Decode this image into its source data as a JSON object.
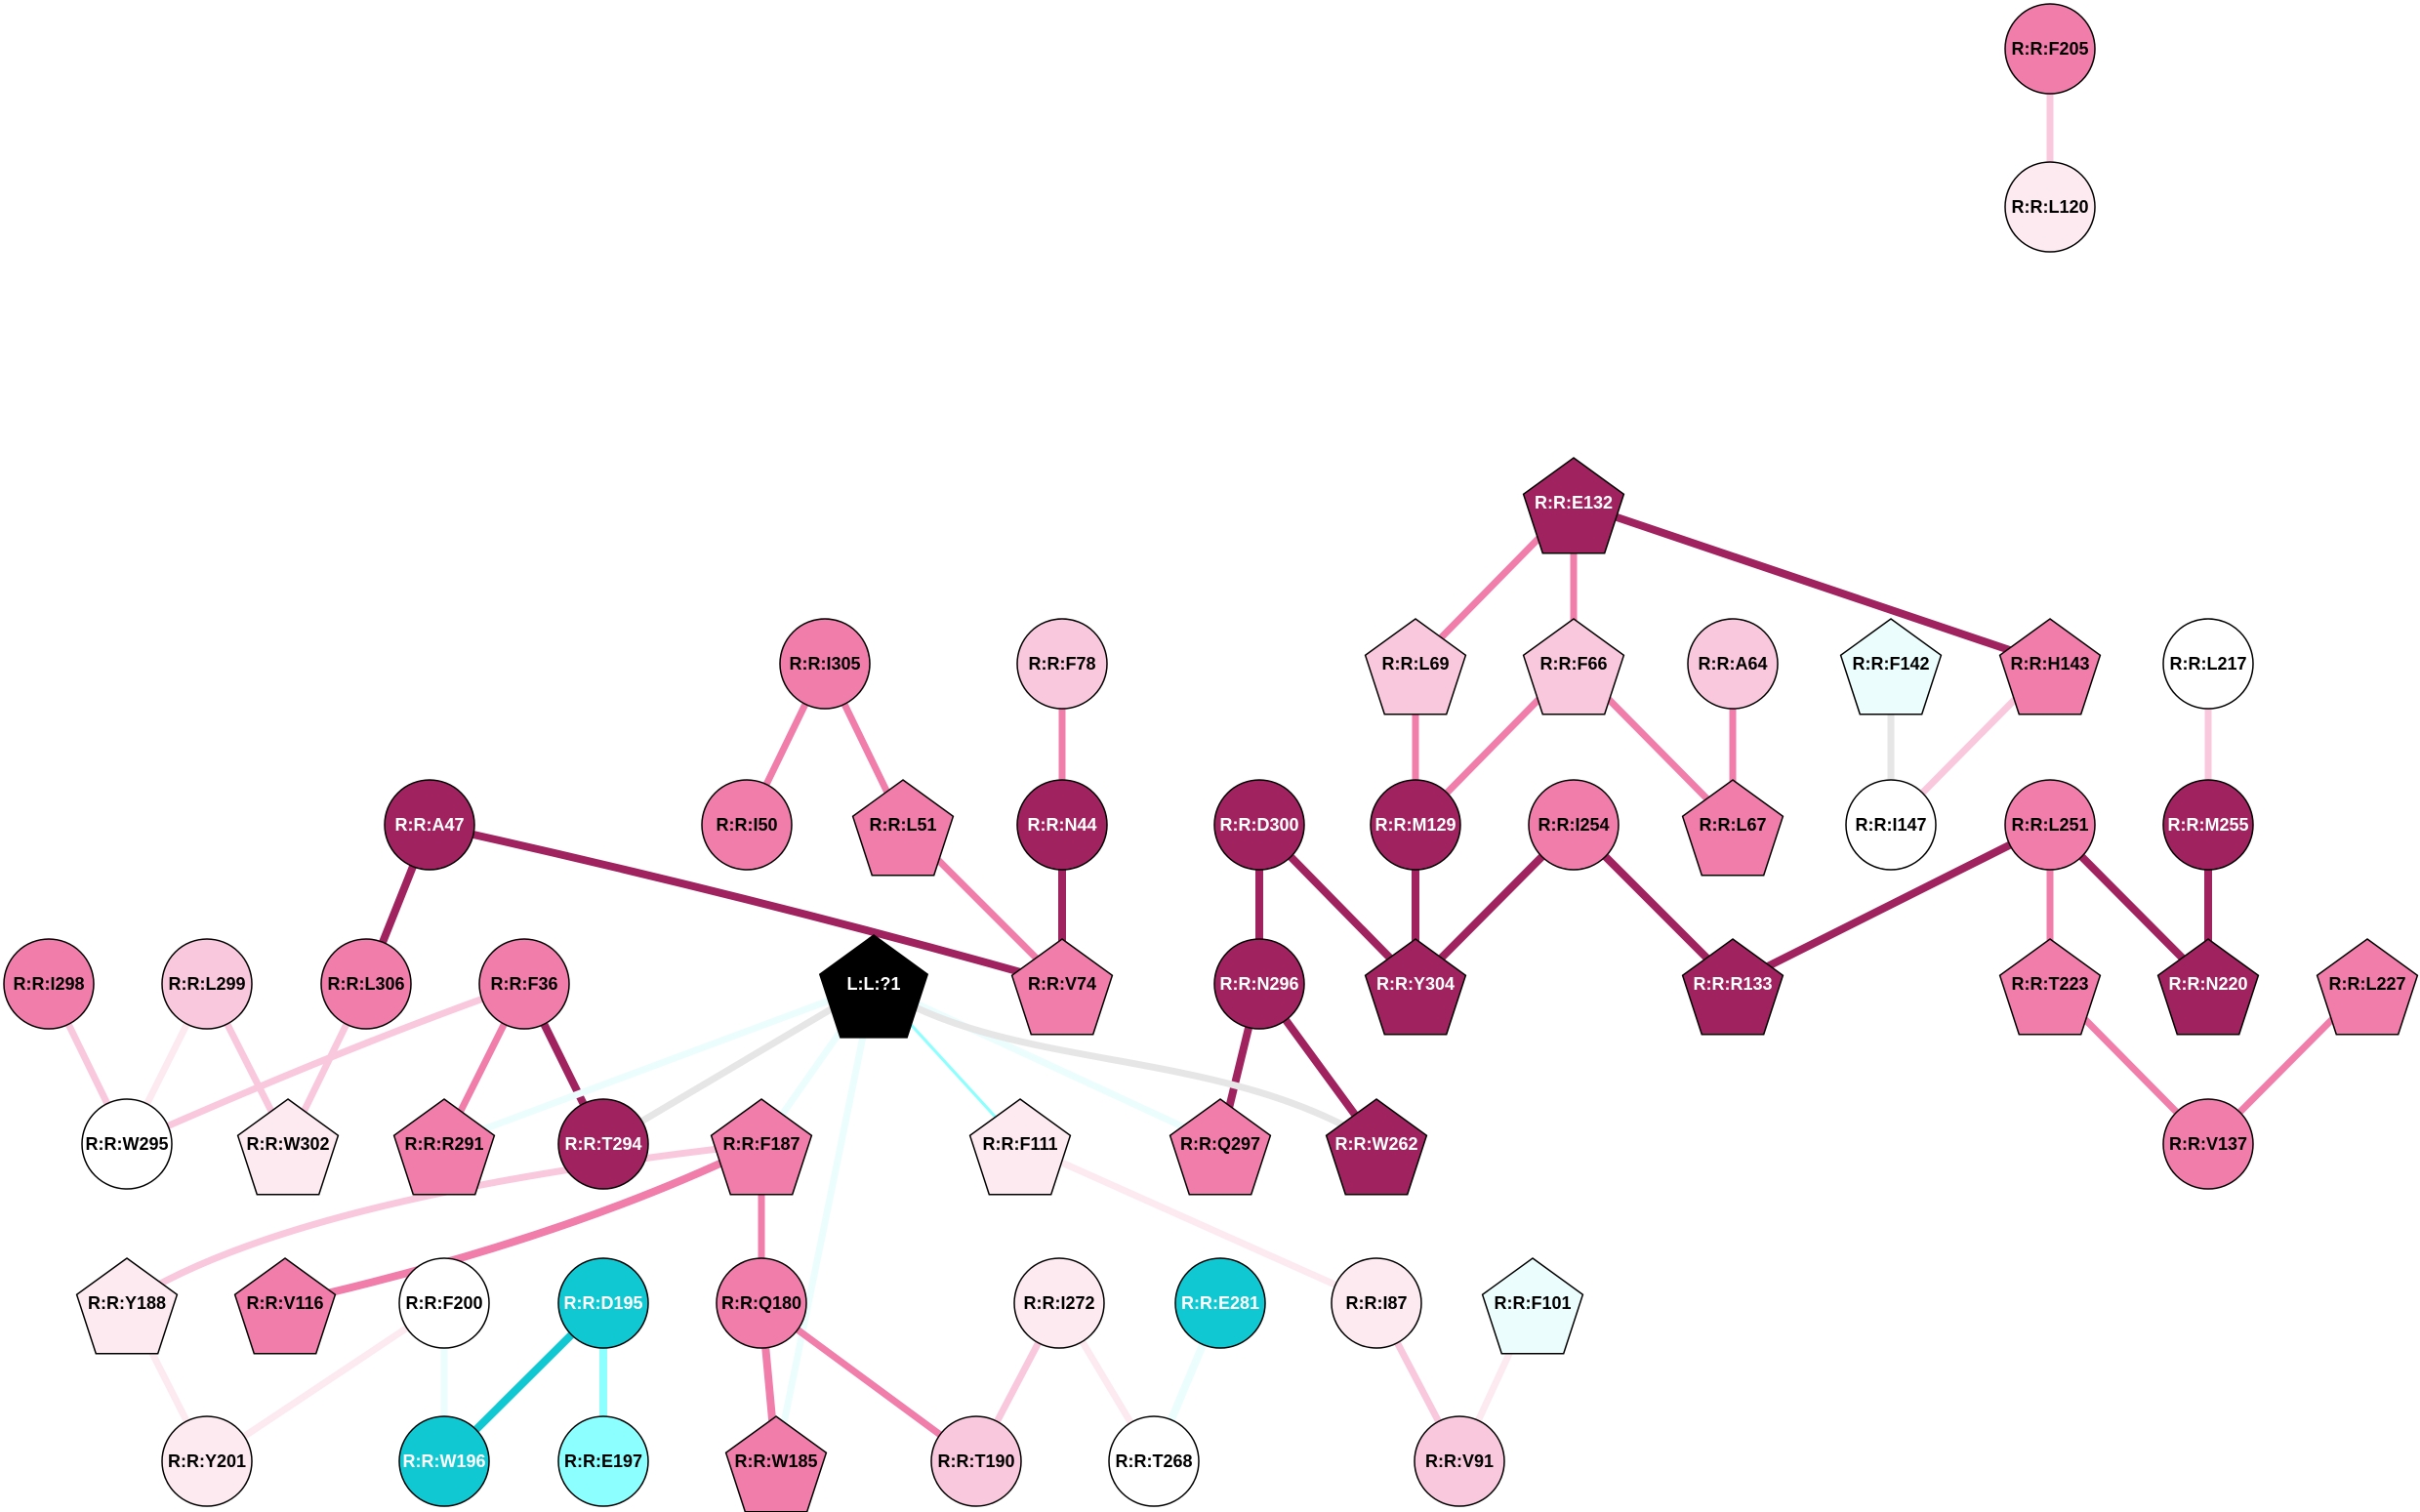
{
  "colors": {
    "magenta": "#a0235f",
    "pink": "#f07daa",
    "light_pink": "#fac8dc",
    "pale_pink": "#fdeaf1",
    "white": "#ffffff",
    "black": "#000000",
    "teal": "#0fc8d2",
    "aqua": "#8cffff",
    "ice": "#ebfdfd",
    "gray_edge": "#e6e6e6"
  },
  "nodes": [
    {
      "id": "F205",
      "label": "R:R:F205",
      "shape": "circle",
      "fill": "pink"
    },
    {
      "id": "L120",
      "label": "R:R:L120",
      "shape": "circle",
      "fill": "pale_pink"
    },
    {
      "id": "E132",
      "label": "R:R:E132",
      "shape": "pentagon",
      "fill": "magenta"
    },
    {
      "id": "L69",
      "label": "R:R:L69",
      "shape": "pentagon",
      "fill": "light_pink"
    },
    {
      "id": "F66",
      "label": "R:R:F66",
      "shape": "pentagon",
      "fill": "light_pink"
    },
    {
      "id": "A64",
      "label": "R:R:A64",
      "shape": "circle",
      "fill": "light_pink"
    },
    {
      "id": "F142",
      "label": "R:R:F142",
      "shape": "pentagon",
      "fill": "ice"
    },
    {
      "id": "H143",
      "label": "R:R:H143",
      "shape": "pentagon",
      "fill": "pink"
    },
    {
      "id": "L217",
      "label": "R:R:L217",
      "shape": "circle",
      "fill": "white"
    },
    {
      "id": "I305",
      "label": "R:R:I305",
      "shape": "circle",
      "fill": "pink"
    },
    {
      "id": "F78",
      "label": "R:R:F78",
      "shape": "circle",
      "fill": "light_pink"
    },
    {
      "id": "A47",
      "label": "R:R:A47",
      "shape": "circle",
      "fill": "magenta"
    },
    {
      "id": "I50",
      "label": "R:R:I50",
      "shape": "circle",
      "fill": "pink"
    },
    {
      "id": "L51",
      "label": "R:R:L51",
      "shape": "pentagon",
      "fill": "pink"
    },
    {
      "id": "N44",
      "label": "R:R:N44",
      "shape": "circle",
      "fill": "magenta"
    },
    {
      "id": "D300",
      "label": "R:R:D300",
      "shape": "circle",
      "fill": "magenta"
    },
    {
      "id": "M129",
      "label": "R:R:M129",
      "shape": "circle",
      "fill": "magenta"
    },
    {
      "id": "I254",
      "label": "R:R:I254",
      "shape": "circle",
      "fill": "pink"
    },
    {
      "id": "L67",
      "label": "R:R:L67",
      "shape": "pentagon",
      "fill": "pink"
    },
    {
      "id": "I147",
      "label": "R:R:I147",
      "shape": "circle",
      "fill": "white"
    },
    {
      "id": "L251",
      "label": "R:R:L251",
      "shape": "circle",
      "fill": "pink"
    },
    {
      "id": "M255",
      "label": "R:R:M255",
      "shape": "circle",
      "fill": "magenta"
    },
    {
      "id": "I298",
      "label": "R:R:I298",
      "shape": "circle",
      "fill": "pink"
    },
    {
      "id": "L299",
      "label": "R:R:L299",
      "shape": "circle",
      "fill": "light_pink"
    },
    {
      "id": "L306",
      "label": "R:R:L306",
      "shape": "circle",
      "fill": "pink"
    },
    {
      "id": "F36",
      "label": "R:R:F36",
      "shape": "circle",
      "fill": "pink"
    },
    {
      "id": "LIG",
      "label": "L:L:?1",
      "shape": "pentagon",
      "fill": "black"
    },
    {
      "id": "V74",
      "label": "R:R:V74",
      "shape": "pentagon",
      "fill": "pink"
    },
    {
      "id": "N296",
      "label": "R:R:N296",
      "shape": "circle",
      "fill": "magenta"
    },
    {
      "id": "Y304",
      "label": "R:R:Y304",
      "shape": "pentagon",
      "fill": "magenta"
    },
    {
      "id": "R133",
      "label": "R:R:R133",
      "shape": "pentagon",
      "fill": "magenta"
    },
    {
      "id": "T223",
      "label": "R:R:T223",
      "shape": "pentagon",
      "fill": "pink"
    },
    {
      "id": "N220",
      "label": "R:R:N220",
      "shape": "pentagon",
      "fill": "magenta"
    },
    {
      "id": "L227",
      "label": "R:R:L227",
      "shape": "pentagon",
      "fill": "pink"
    },
    {
      "id": "W295",
      "label": "R:R:W295",
      "shape": "circle",
      "fill": "white"
    },
    {
      "id": "W302",
      "label": "R:R:W302",
      "shape": "pentagon",
      "fill": "pale_pink"
    },
    {
      "id": "R291",
      "label": "R:R:R291",
      "shape": "pentagon",
      "fill": "pink"
    },
    {
      "id": "T294",
      "label": "R:R:T294",
      "shape": "circle",
      "fill": "magenta"
    },
    {
      "id": "F187",
      "label": "R:R:F187",
      "shape": "pentagon",
      "fill": "pink"
    },
    {
      "id": "F111",
      "label": "R:R:F111",
      "shape": "pentagon",
      "fill": "pale_pink"
    },
    {
      "id": "Q297",
      "label": "R:R:Q297",
      "shape": "pentagon",
      "fill": "pink"
    },
    {
      "id": "W262",
      "label": "R:R:W262",
      "shape": "pentagon",
      "fill": "magenta"
    },
    {
      "id": "V137",
      "label": "R:R:V137",
      "shape": "circle",
      "fill": "pink"
    },
    {
      "id": "Y188",
      "label": "R:R:Y188",
      "shape": "pentagon",
      "fill": "pale_pink"
    },
    {
      "id": "V116",
      "label": "R:R:V116",
      "shape": "pentagon",
      "fill": "pink"
    },
    {
      "id": "F200",
      "label": "R:R:F200",
      "shape": "circle",
      "fill": "white"
    },
    {
      "id": "D195",
      "label": "R:R:D195",
      "shape": "circle",
      "fill": "teal"
    },
    {
      "id": "Q180",
      "label": "R:R:Q180",
      "shape": "circle",
      "fill": "pink"
    },
    {
      "id": "I272",
      "label": "R:R:I272",
      "shape": "circle",
      "fill": "pale_pink"
    },
    {
      "id": "E281",
      "label": "R:R:E281",
      "shape": "circle",
      "fill": "teal"
    },
    {
      "id": "I87",
      "label": "R:R:I87",
      "shape": "circle",
      "fill": "pale_pink"
    },
    {
      "id": "F101",
      "label": "R:R:F101",
      "shape": "pentagon",
      "fill": "ice"
    },
    {
      "id": "Y201",
      "label": "R:R:Y201",
      "shape": "circle",
      "fill": "pale_pink"
    },
    {
      "id": "W196",
      "label": "R:R:W196",
      "shape": "circle",
      "fill": "teal"
    },
    {
      "id": "E197",
      "label": "R:R:E197",
      "shape": "circle",
      "fill": "aqua"
    },
    {
      "id": "W185",
      "label": "R:R:W185",
      "shape": "pentagon",
      "fill": "pink"
    },
    {
      "id": "T190",
      "label": "R:R:T190",
      "shape": "circle",
      "fill": "light_pink"
    },
    {
      "id": "T268",
      "label": "R:R:T268",
      "shape": "circle",
      "fill": "white"
    },
    {
      "id": "V91",
      "label": "R:R:V91",
      "shape": "circle",
      "fill": "light_pink"
    }
  ],
  "edges": [
    {
      "from": "F205",
      "to": "L120",
      "color": "light_pink",
      "weight": 2
    },
    {
      "from": "E132",
      "to": "L69",
      "color": "pink",
      "weight": 2
    },
    {
      "from": "E132",
      "to": "F66",
      "color": "pink",
      "weight": 2
    },
    {
      "from": "E132",
      "to": "H143",
      "color": "magenta",
      "weight": 3
    },
    {
      "from": "L69",
      "to": "M129",
      "color": "pink",
      "weight": 2
    },
    {
      "from": "F66",
      "to": "M129",
      "color": "pink",
      "weight": 2
    },
    {
      "from": "F66",
      "to": "L67",
      "color": "pink",
      "weight": 2
    },
    {
      "from": "A64",
      "to": "L67",
      "color": "pink",
      "weight": 2
    },
    {
      "from": "F142",
      "to": "I147",
      "color": "gray_edge",
      "weight": 2
    },
    {
      "from": "H143",
      "to": "I147",
      "color": "light_pink",
      "weight": 2
    },
    {
      "from": "L217",
      "to": "M255",
      "color": "light_pink",
      "weight": 2
    },
    {
      "from": "I305",
      "to": "I50",
      "color": "pink",
      "weight": 2
    },
    {
      "from": "I305",
      "to": "L51",
      "color": "pink",
      "weight": 2
    },
    {
      "from": "L51",
      "to": "V74",
      "color": "pink",
      "weight": 2
    },
    {
      "from": "F78",
      "to": "N44",
      "color": "pink",
      "weight": 2
    },
    {
      "from": "N44",
      "to": "V74",
      "color": "magenta",
      "weight": 3
    },
    {
      "from": "A47",
      "to": "V74",
      "color": "magenta",
      "weight": 3,
      "curve": "a47"
    },
    {
      "from": "A47",
      "to": "L306",
      "color": "magenta",
      "weight": 3
    },
    {
      "from": "D300",
      "to": "N296",
      "color": "magenta",
      "weight": 3
    },
    {
      "from": "D300",
      "to": "Y304",
      "color": "magenta",
      "weight": 3
    },
    {
      "from": "M129",
      "to": "Y304",
      "color": "magenta",
      "weight": 3
    },
    {
      "from": "I254",
      "to": "Y304",
      "color": "magenta",
      "weight": 3
    },
    {
      "from": "I254",
      "to": "R133",
      "color": "magenta",
      "weight": 3
    },
    {
      "from": "L251",
      "to": "R133",
      "color": "magenta",
      "weight": 3
    },
    {
      "from": "L251",
      "to": "T223",
      "color": "pink",
      "weight": 2
    },
    {
      "from": "L251",
      "to": "N220",
      "color": "magenta",
      "weight": 3
    },
    {
      "from": "M255",
      "to": "N220",
      "color": "magenta",
      "weight": 3
    },
    {
      "from": "T223",
      "to": "V137",
      "color": "pink",
      "weight": 2
    },
    {
      "from": "L227",
      "to": "V137",
      "color": "pink",
      "weight": 2
    },
    {
      "from": "N296",
      "to": "Q297",
      "color": "magenta",
      "weight": 3
    },
    {
      "from": "N296",
      "to": "W262",
      "color": "magenta",
      "weight": 3
    },
    {
      "from": "I298",
      "to": "W295",
      "color": "light_pink",
      "weight": 2
    },
    {
      "from": "L299",
      "to": "W295",
      "color": "pale_pink",
      "weight": 2
    },
    {
      "from": "L299",
      "to": "W302",
      "color": "light_pink",
      "weight": 2
    },
    {
      "from": "L306",
      "to": "W302",
      "color": "light_pink",
      "weight": 2
    },
    {
      "from": "F36",
      "to": "W295",
      "color": "light_pink",
      "weight": 2,
      "curve": "f36"
    },
    {
      "from": "F36",
      "to": "R291",
      "color": "pink",
      "weight": 2
    },
    {
      "from": "F36",
      "to": "T294",
      "color": "magenta",
      "weight": 3
    },
    {
      "from": "LIG",
      "to": "R291",
      "color": "ice",
      "weight": 2
    },
    {
      "from": "LIG",
      "to": "T294",
      "color": "gray_edge",
      "weight": 2
    },
    {
      "from": "LIG",
      "to": "F187",
      "color": "ice",
      "weight": 2
    },
    {
      "from": "LIG",
      "to": "F111",
      "color": "aqua",
      "weight": 1
    },
    {
      "from": "LIG",
      "to": "Q297",
      "color": "ice",
      "weight": 2
    },
    {
      "from": "LIG",
      "to": "W262",
      "color": "gray_edge",
      "weight": 2,
      "curve": "lig"
    },
    {
      "from": "LIG",
      "to": "W185",
      "color": "ice",
      "weight": 2
    },
    {
      "from": "F187",
      "to": "Y188",
      "color": "light_pink",
      "weight": 2,
      "curve": "y188"
    },
    {
      "from": "F187",
      "to": "V116",
      "color": "pink",
      "weight": 3,
      "curve": "v116"
    },
    {
      "from": "F187",
      "to": "Q180",
      "color": "pink",
      "weight": 2
    },
    {
      "from": "F111",
      "to": "I87",
      "color": "pale_pink",
      "weight": 2
    },
    {
      "from": "Y188",
      "to": "Y201",
      "color": "pale_pink",
      "weight": 2
    },
    {
      "from": "F200",
      "to": "Y201",
      "color": "pale_pink",
      "weight": 2
    },
    {
      "from": "F200",
      "to": "W196",
      "color": "ice",
      "weight": 2
    },
    {
      "from": "D195",
      "to": "W196",
      "color": "teal",
      "weight": 3
    },
    {
      "from": "D195",
      "to": "E197",
      "color": "aqua",
      "weight": 3
    },
    {
      "from": "Q180",
      "to": "W185",
      "color": "pink",
      "weight": 3
    },
    {
      "from": "Q180",
      "to": "T190",
      "color": "pink",
      "weight": 2
    },
    {
      "from": "I272",
      "to": "T190",
      "color": "light_pink",
      "weight": 2
    },
    {
      "from": "I272",
      "to": "T268",
      "color": "pale_pink",
      "weight": 2
    },
    {
      "from": "E281",
      "to": "T268",
      "color": "ice",
      "weight": 3
    },
    {
      "from": "I87",
      "to": "V91",
      "color": "light_pink",
      "weight": 2
    },
    {
      "from": "F101",
      "to": "V91",
      "color": "pale_pink",
      "weight": 2
    }
  ]
}
